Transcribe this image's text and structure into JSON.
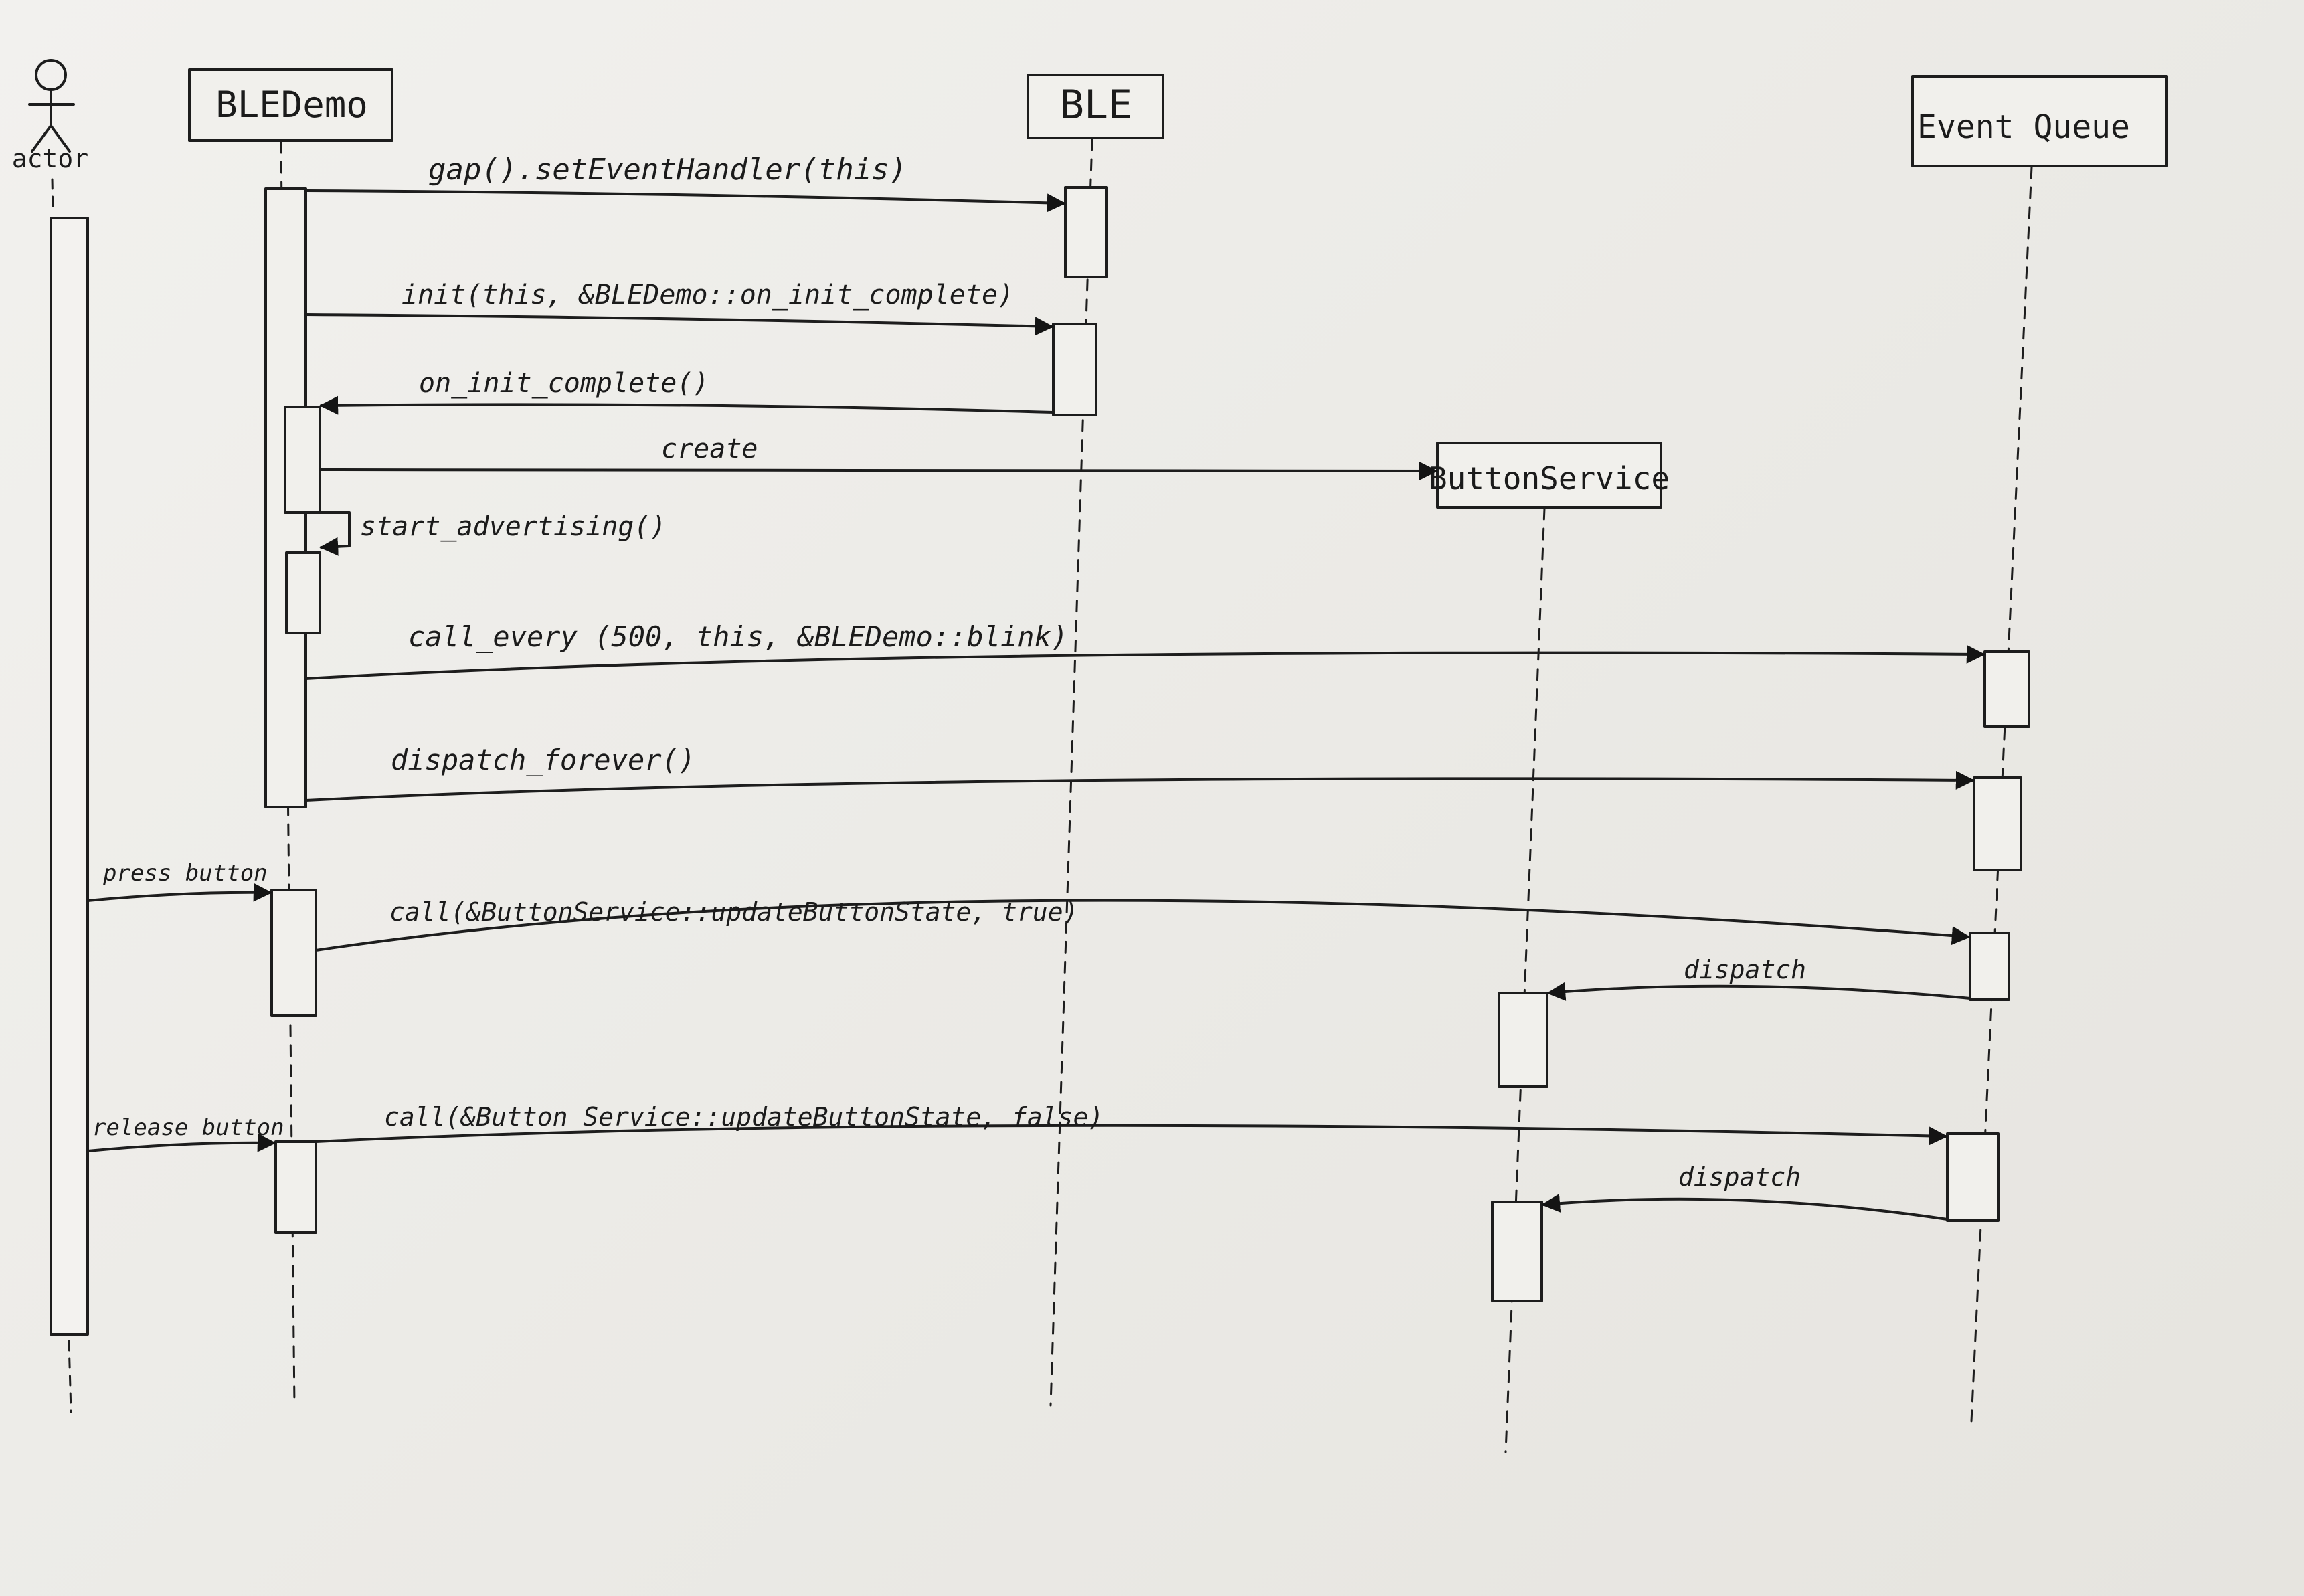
{
  "actor": {
    "label": "actor"
  },
  "participants": [
    {
      "id": "bledemo",
      "label": "BLEDemo"
    },
    {
      "id": "ble",
      "label": "BLE"
    },
    {
      "id": "buttonservice",
      "label": "ButtonService"
    },
    {
      "id": "eventqueue",
      "label": "Event Queue"
    }
  ],
  "messages": [
    {
      "id": "m1",
      "label": "gap().setEventHandler(this)"
    },
    {
      "id": "m2",
      "label": "init(this, &BLEDemo::on_init_complete)"
    },
    {
      "id": "m3",
      "label": "on_init_complete()"
    },
    {
      "id": "m4",
      "label": "create"
    },
    {
      "id": "m5",
      "label": "start_advertising()"
    },
    {
      "id": "m6",
      "label": "call_every (500, this, &BLEDemo::blink)"
    },
    {
      "id": "m7",
      "label": "dispatch_forever()"
    },
    {
      "id": "m8",
      "label": "press button"
    },
    {
      "id": "m9",
      "label": "call(&ButtonService::updateButtonState, true)"
    },
    {
      "id": "m10",
      "label": "dispatch"
    },
    {
      "id": "m11",
      "label": "release button"
    },
    {
      "id": "m12",
      "label": "call(&Button Service::updateButtonState, false)"
    },
    {
      "id": "m13",
      "label": "dispatch"
    }
  ]
}
